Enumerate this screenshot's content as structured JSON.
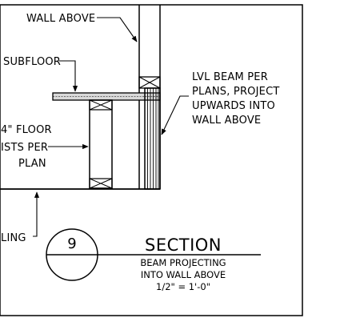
{
  "labels": {
    "wall_above": "WALL ABOVE",
    "subfloor": "SUBFLOOR",
    "floor_joists": [
      "4\" FLOOR",
      "ISTS PER",
      "PLAN"
    ],
    "ceiling": "LING",
    "lvl_beam": [
      "LVL BEAM PER",
      "PLANS, PROJECT",
      "UPWARDS INTO",
      "WALL ABOVE"
    ]
  },
  "title_block": {
    "detail_number": "9",
    "title": "SECTION",
    "subtitle_lines": [
      "BEAM PROJECTING",
      "INTO WALL ABOVE",
      "1/2\" = 1'-0\""
    ]
  }
}
